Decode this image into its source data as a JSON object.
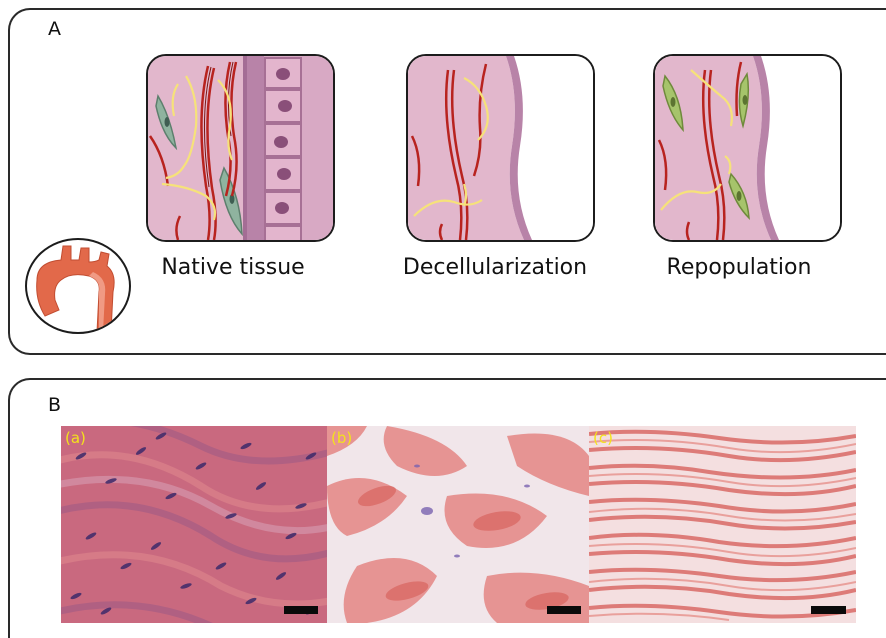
{
  "panel_a": {
    "letter": "A",
    "stages": [
      {
        "label": "Native tissue"
      },
      {
        "label": "Decellularization"
      },
      {
        "label": "Repopulation"
      }
    ],
    "icon": "aortic-arch-icon"
  },
  "panel_b": {
    "letter": "B",
    "images": [
      {
        "label": "(a)"
      },
      {
        "label": "(b)"
      },
      {
        "label": "(c)"
      }
    ]
  },
  "colors": {
    "matrix_pink": "#e2b7cc",
    "wall_mauve": "#b883a8",
    "fiber_red": "#b8231f",
    "elastin_yellow": "#f6e27a",
    "cell_grey": "#8fb39f",
    "cell_green": "#a6c46b",
    "aorta_orange": "#e2694a",
    "label_yellow": "#f3e21c"
  }
}
